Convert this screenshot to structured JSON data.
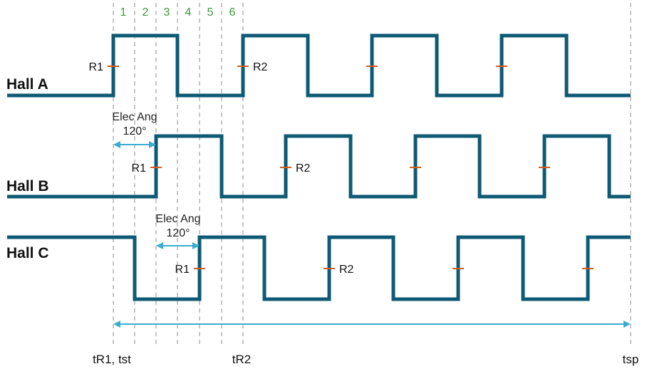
{
  "segments": [
    "1",
    "2",
    "3",
    "4",
    "5",
    "6"
  ],
  "signals": [
    {
      "name": "Hall A",
      "r1": "R1",
      "r2": "R2"
    },
    {
      "name": "Hall B",
      "r1": "R1",
      "r2": "R2"
    },
    {
      "name": "Hall C",
      "r1": "R1",
      "r2": "R2"
    }
  ],
  "annotations": [
    {
      "line1": "Elec Ang",
      "line2": "120°"
    },
    {
      "line1": "Elec Ang",
      "line2": "120°"
    }
  ],
  "time_labels": {
    "t1": "tR1, tst",
    "t2": "tR2",
    "t3": "tsp"
  },
  "colors": {
    "waveform": "#0e5a75",
    "marker": "#d55a1a",
    "arrow": "#3aaccf",
    "segment_label": "#3a9a3a"
  }
}
